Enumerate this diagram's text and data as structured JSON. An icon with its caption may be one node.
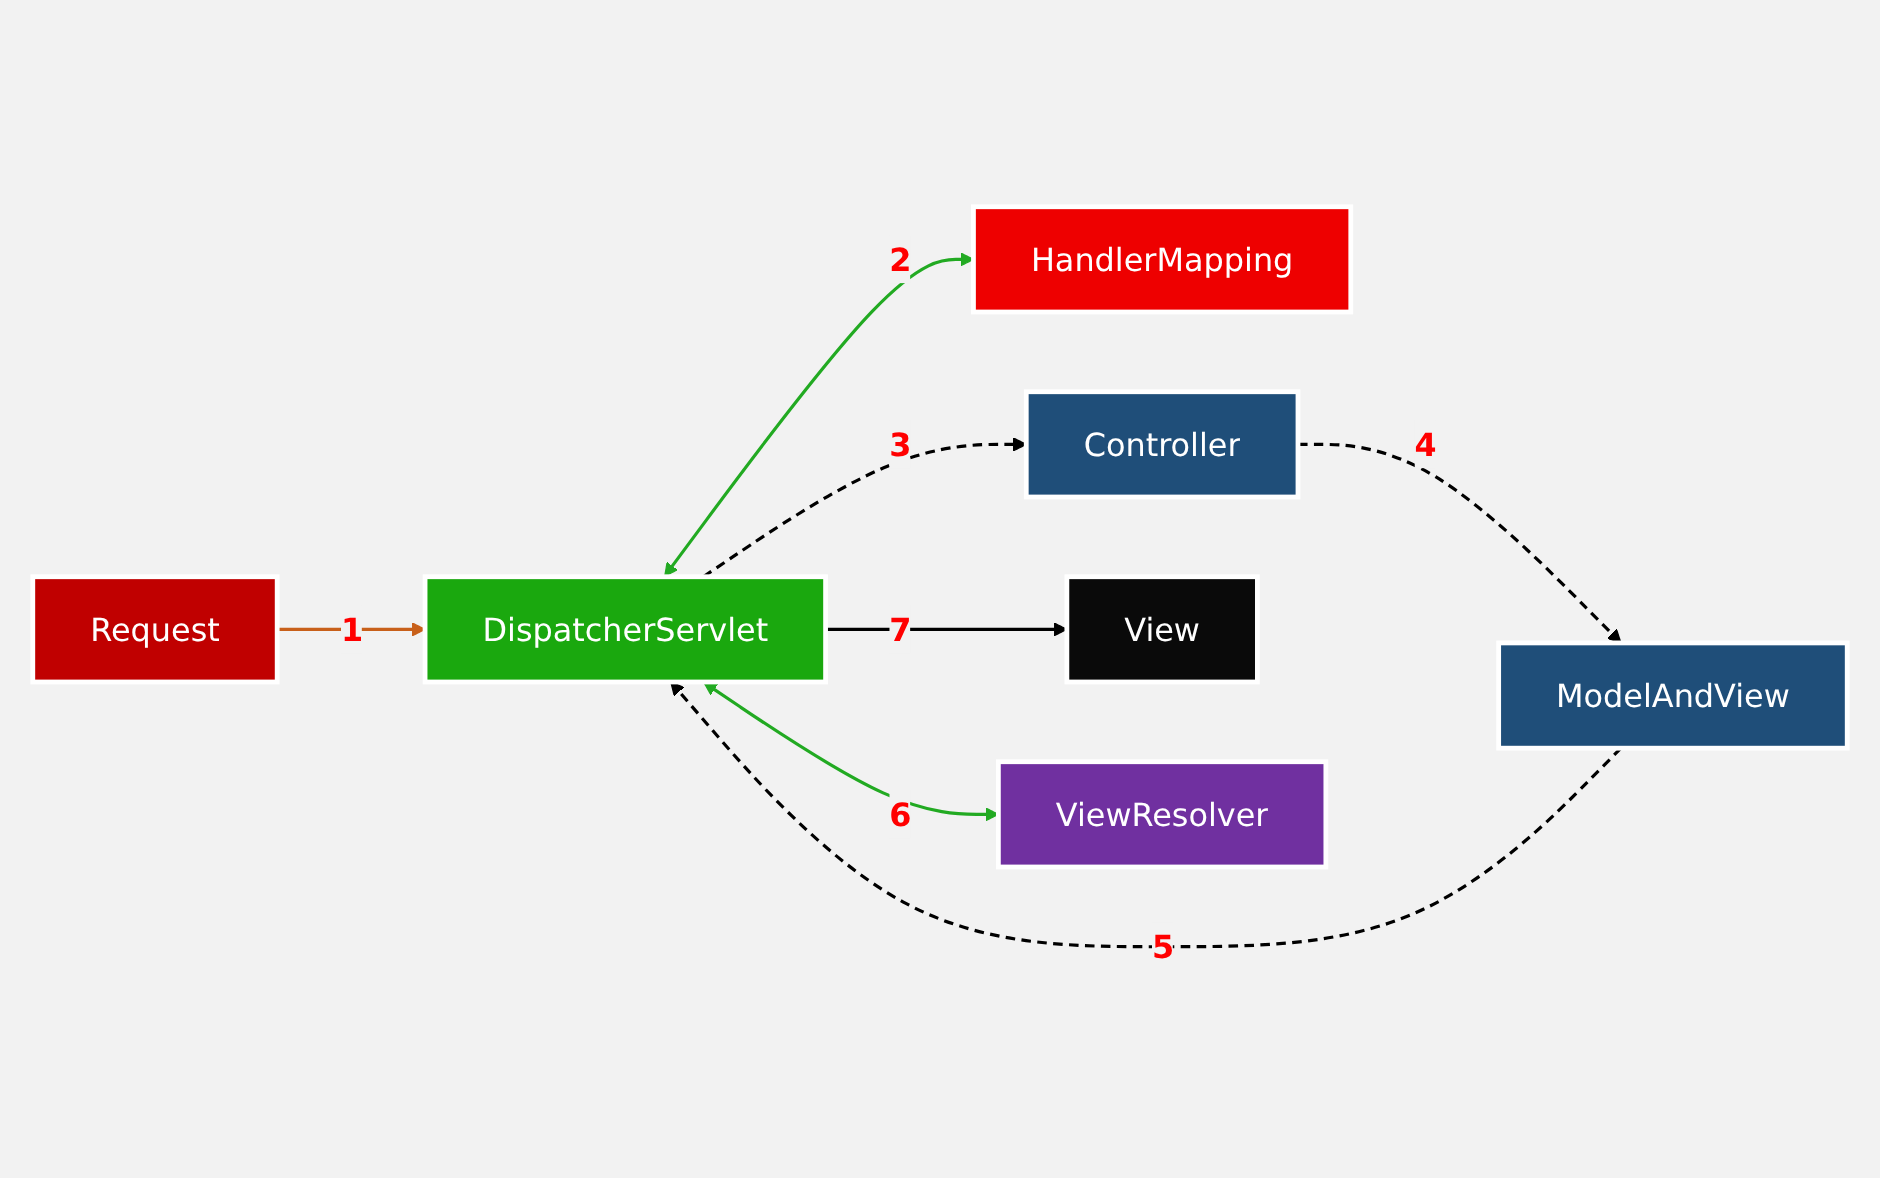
{
  "diagram": {
    "nodes": [
      {
        "text": [
          "Request"
        ]
      },
      {
        "text": [
          "DispatcherServlet"
        ]
      },
      {
        "text": [
          "HandlerMapping"
        ]
      },
      {
        "text": [
          "Controller"
        ]
      },
      {
        "text": [
          "ModelAndView"
        ]
      },
      {
        "text": [
          "View"
        ]
      },
      {
        "text": [
          "ViewResolver"
        ]
      }
    ],
    "edges": [
      {
        "from": 0,
        "to": 1,
        "arrow": "to",
        "label": "1",
        "color": "#c8601a"
      },
      {
        "from": 1,
        "to": 2,
        "arrow": "both",
        "label": "2",
        "color": "#22aa22"
      },
      {
        "from": 1,
        "to": 3,
        "arrow": "to",
        "label": "3",
        "style": "dashed"
      },
      {
        "from": 3,
        "to": 4,
        "arrow": "to",
        "label": "4",
        "style": "dashed"
      },
      {
        "from": 4,
        "to": 1,
        "arrow": "to",
        "label": "5",
        "style": "dashed"
      },
      {
        "from": 1,
        "to": 6,
        "arrow": "both",
        "label": "6",
        "color": "#22aa22"
      },
      {
        "from": 1,
        "to": 5,
        "arrow": "to",
        "label": "7"
      }
    ]
  }
}
